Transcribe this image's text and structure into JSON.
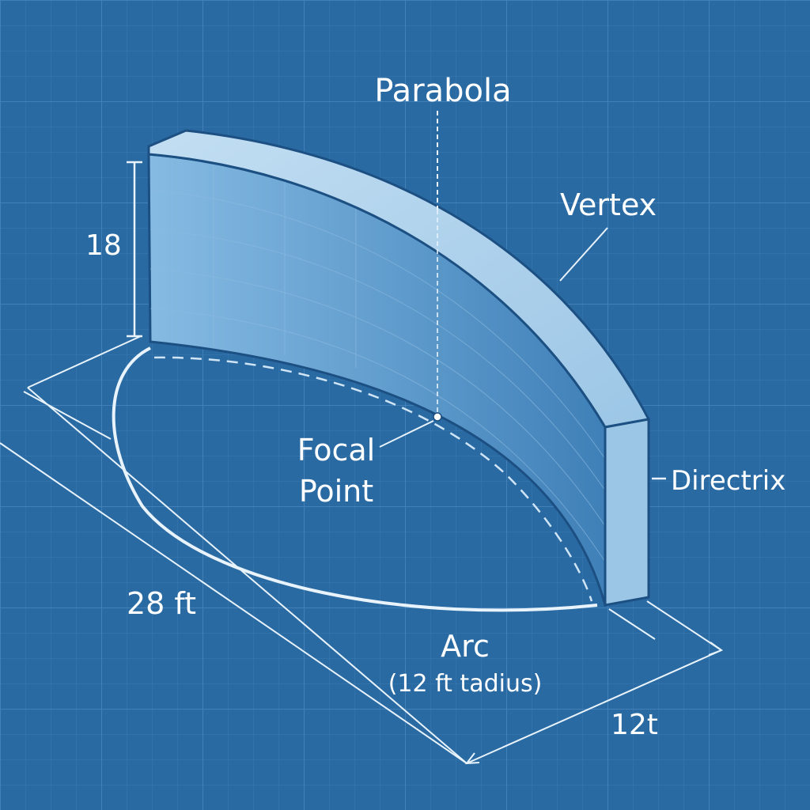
{
  "colors": {
    "background": "#2a6aa3",
    "grid_minor": "#3a7ab3",
    "grid_major": "#4a88be",
    "wall_front": "#6aa5d4",
    "wall_top": "#a9cfe9",
    "wall_end": "#9cc6e6",
    "line": "#e8f3fb",
    "outline": "#1c4f82"
  },
  "labels": {
    "parabola": "Parabola",
    "vertex": "Vertex",
    "height": "18",
    "focal_line1": "Focal",
    "focal_line2": "Point",
    "directrix": "Directrix",
    "length": "28 ft",
    "arc_line1": "Arc",
    "arc_line2": "(12 ft tadius)",
    "width": "12t"
  }
}
